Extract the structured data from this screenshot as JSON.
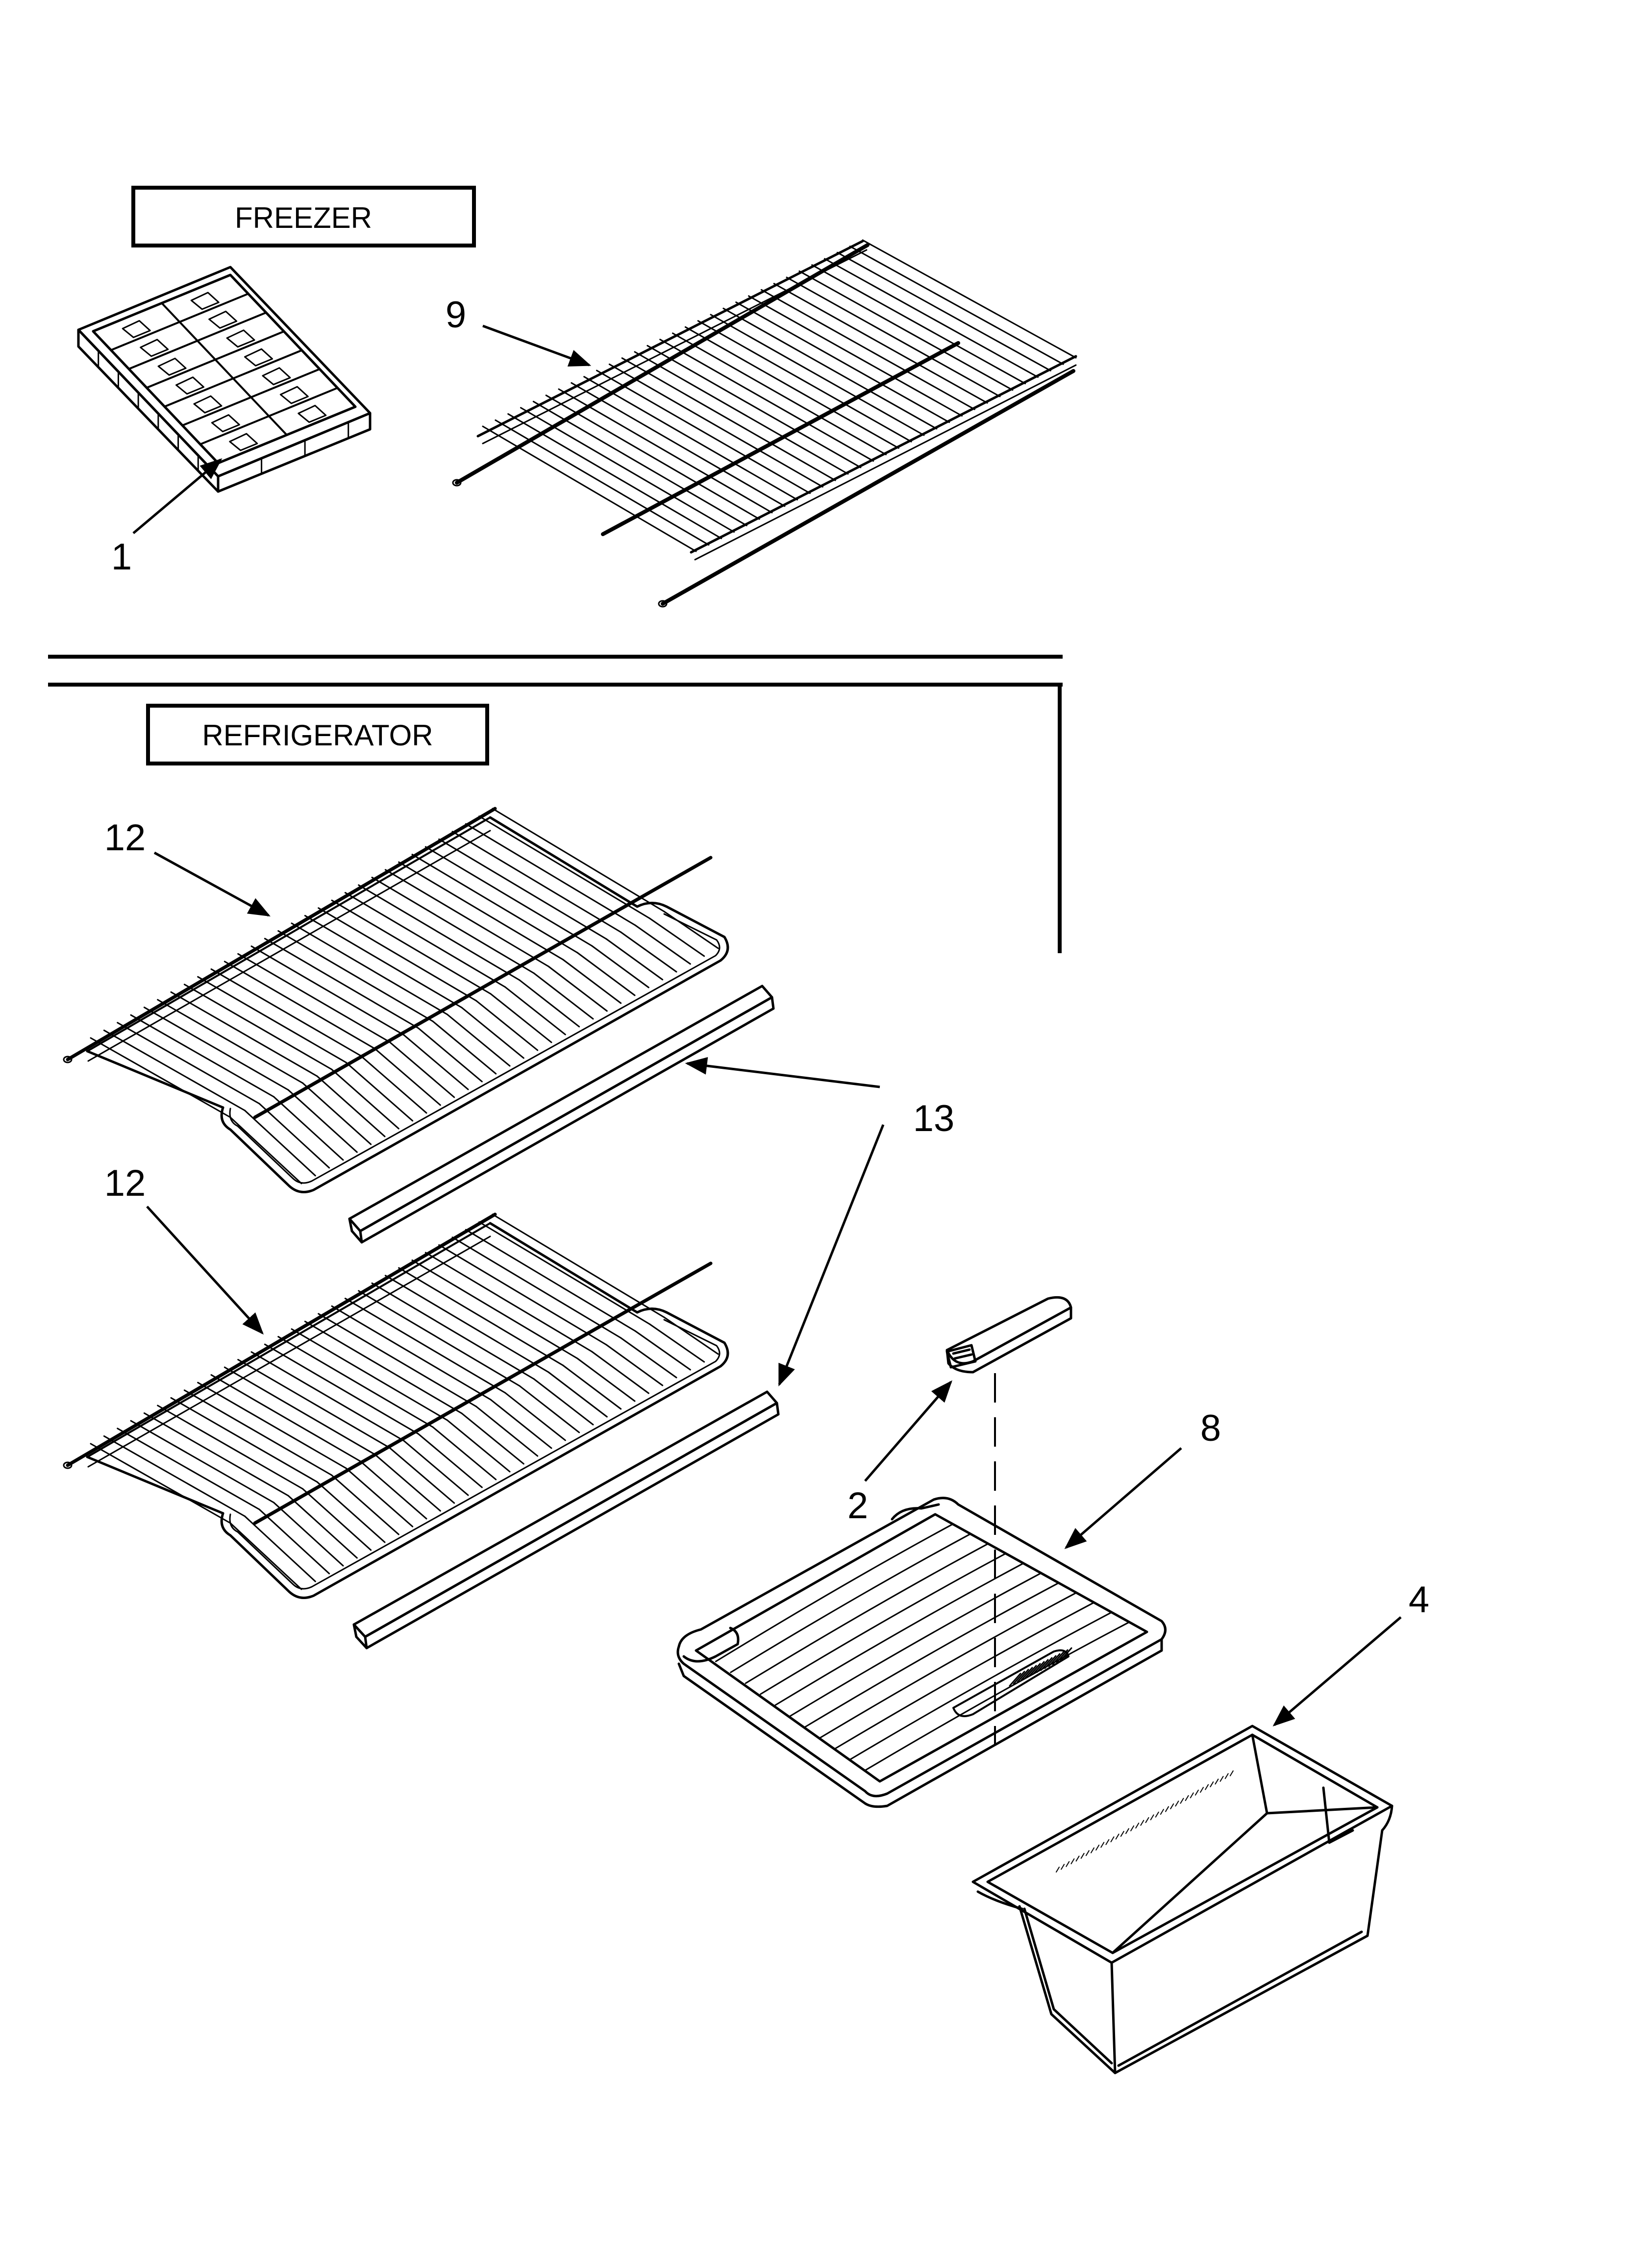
{
  "sections": {
    "freezer": "FREEZER",
    "refrigerator": "REFRIGERATOR"
  },
  "callouts": {
    "ice_tray": "1",
    "freezer_shelf": "9",
    "shelf_upper": "12",
    "shelf_lower": "12",
    "trim": "13",
    "humidity_control": "2",
    "crisper_cover": "8",
    "crisper_drawer": "4"
  }
}
